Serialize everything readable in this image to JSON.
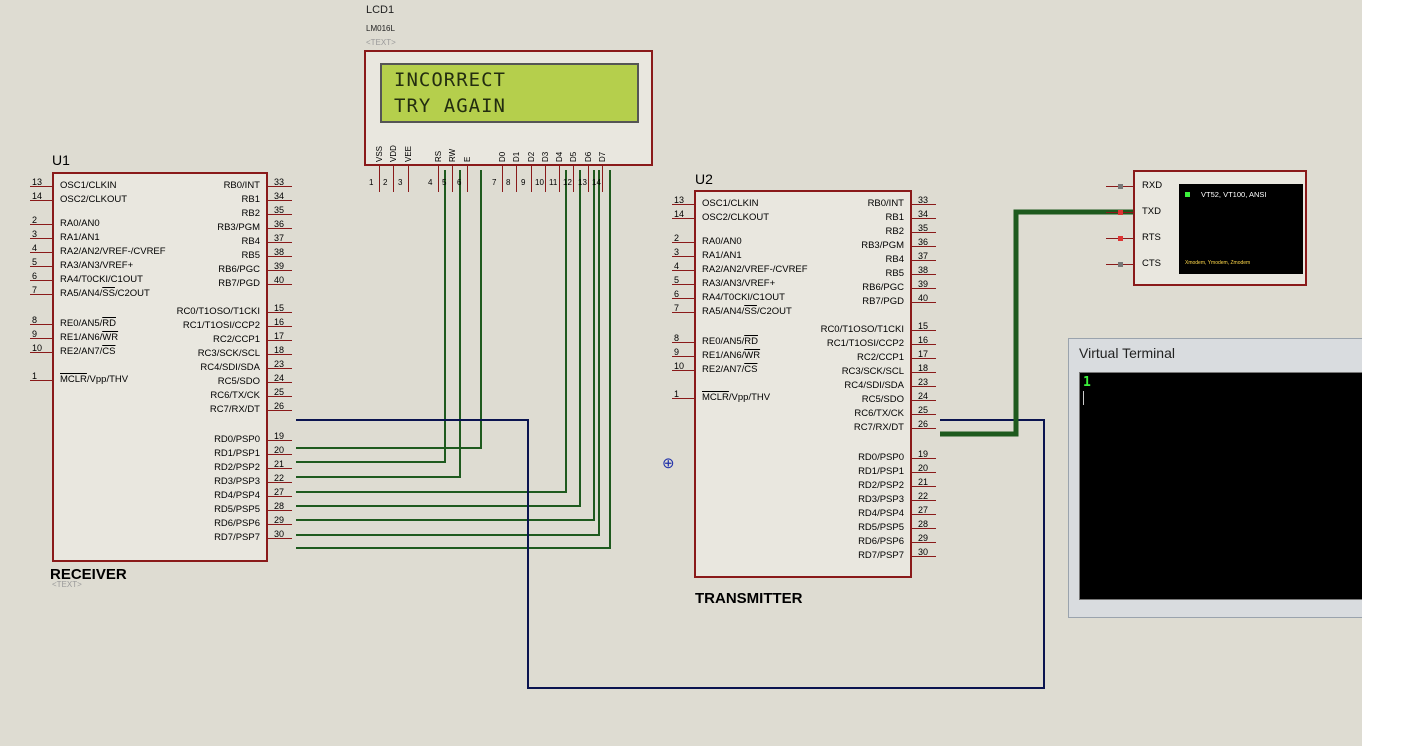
{
  "lcd": {
    "ref": "LCD1",
    "model": "LM016L",
    "text_tag": "<TEXT>",
    "line1": "INCORRECT",
    "line2": "TRY AGAIN",
    "pin_names": [
      "VSS",
      "VDD",
      "VEE",
      "RS",
      "RW",
      "E",
      "D0",
      "D1",
      "D2",
      "D3",
      "D4",
      "D5",
      "D6",
      "D7"
    ],
    "pin_numbers": [
      "1",
      "2",
      "3",
      "4",
      "5",
      "6",
      "7",
      "8",
      "9",
      "10",
      "11",
      "12",
      "13",
      "14"
    ]
  },
  "receiver": {
    "ref": "U1",
    "label": "RECEIVER",
    "text_tag": "<TEXT>",
    "left_pins": [
      {
        "num": "13",
        "name": "OSC1/CLKIN"
      },
      {
        "num": "14",
        "name": "OSC2/CLKOUT"
      },
      {
        "num": "2",
        "name": "RA0/AN0"
      },
      {
        "num": "3",
        "name": "RA1/AN1"
      },
      {
        "num": "4",
        "name": "RA2/AN2/VREF-/CVREF"
      },
      {
        "num": "5",
        "name": "RA3/AN3/VREF+"
      },
      {
        "num": "6",
        "name": "RA4/T0CKI/C1OUT"
      },
      {
        "num": "7",
        "name": "RA5/AN4/SS/C2OUT"
      },
      {
        "num": "8",
        "name": "RE0/AN5/RD"
      },
      {
        "num": "9",
        "name": "RE1/AN6/WR"
      },
      {
        "num": "10",
        "name": "RE2/AN7/CS"
      },
      {
        "num": "1",
        "name": "MCLR/Vpp/THV"
      }
    ],
    "right_pins": [
      {
        "num": "33",
        "name": "RB0/INT"
      },
      {
        "num": "34",
        "name": "RB1"
      },
      {
        "num": "35",
        "name": "RB2"
      },
      {
        "num": "36",
        "name": "RB3/PGM"
      },
      {
        "num": "37",
        "name": "RB4"
      },
      {
        "num": "38",
        "name": "RB5"
      },
      {
        "num": "39",
        "name": "RB6/PGC"
      },
      {
        "num": "40",
        "name": "RB7/PGD"
      },
      {
        "num": "15",
        "name": "RC0/T1OSO/T1CKI"
      },
      {
        "num": "16",
        "name": "RC1/T1OSI/CCP2"
      },
      {
        "num": "17",
        "name": "RC2/CCP1"
      },
      {
        "num": "18",
        "name": "RC3/SCK/SCL"
      },
      {
        "num": "23",
        "name": "RC4/SDI/SDA"
      },
      {
        "num": "24",
        "name": "RC5/SDO"
      },
      {
        "num": "25",
        "name": "RC6/TX/CK"
      },
      {
        "num": "26",
        "name": "RC7/RX/DT"
      },
      {
        "num": "19",
        "name": "RD0/PSP0"
      },
      {
        "num": "20",
        "name": "RD1/PSP1"
      },
      {
        "num": "21",
        "name": "RD2/PSP2"
      },
      {
        "num": "22",
        "name": "RD3/PSP3"
      },
      {
        "num": "27",
        "name": "RD4/PSP4"
      },
      {
        "num": "28",
        "name": "RD5/PSP5"
      },
      {
        "num": "29",
        "name": "RD6/PSP6"
      },
      {
        "num": "30",
        "name": "RD7/PSP7"
      }
    ]
  },
  "transmitter": {
    "ref": "U2",
    "label": "TRANSMITTER",
    "left_pins": [
      {
        "num": "13",
        "name": "OSC1/CLKIN"
      },
      {
        "num": "14",
        "name": "OSC2/CLKOUT"
      },
      {
        "num": "2",
        "name": "RA0/AN0"
      },
      {
        "num": "3",
        "name": "RA1/AN1"
      },
      {
        "num": "4",
        "name": "RA2/AN2/VREF-/CVREF"
      },
      {
        "num": "5",
        "name": "RA3/AN3/VREF+"
      },
      {
        "num": "6",
        "name": "RA4/T0CKI/C1OUT"
      },
      {
        "num": "7",
        "name": "RA5/AN4/SS/C2OUT"
      },
      {
        "num": "8",
        "name": "RE0/AN5/RD"
      },
      {
        "num": "9",
        "name": "RE1/AN6/WR"
      },
      {
        "num": "10",
        "name": "RE2/AN7/CS"
      },
      {
        "num": "1",
        "name": "MCLR/Vpp/THV"
      }
    ],
    "right_pins": [
      {
        "num": "33",
        "name": "RB0/INT"
      },
      {
        "num": "34",
        "name": "RB1"
      },
      {
        "num": "35",
        "name": "RB2"
      },
      {
        "num": "36",
        "name": "RB3/PGM"
      },
      {
        "num": "37",
        "name": "RB4"
      },
      {
        "num": "38",
        "name": "RB5"
      },
      {
        "num": "39",
        "name": "RB6/PGC"
      },
      {
        "num": "40",
        "name": "RB7/PGD"
      },
      {
        "num": "15",
        "name": "RC0/T1OSO/T1CKI"
      },
      {
        "num": "16",
        "name": "RC1/T1OSI/CCP2"
      },
      {
        "num": "17",
        "name": "RC2/CCP1"
      },
      {
        "num": "18",
        "name": "RC3/SCK/SCL"
      },
      {
        "num": "23",
        "name": "RC4/SDI/SDA"
      },
      {
        "num": "24",
        "name": "RC5/SDO"
      },
      {
        "num": "25",
        "name": "RC6/TX/CK"
      },
      {
        "num": "26",
        "name": "RC7/RX/DT"
      },
      {
        "num": "19",
        "name": "RD0/PSP0"
      },
      {
        "num": "20",
        "name": "RD1/PSP1"
      },
      {
        "num": "21",
        "name": "RD2/PSP2"
      },
      {
        "num": "22",
        "name": "RD3/PSP3"
      },
      {
        "num": "27",
        "name": "RD4/PSP4"
      },
      {
        "num": "28",
        "name": "RD5/PSP5"
      },
      {
        "num": "29",
        "name": "RD6/PSP6"
      },
      {
        "num": "30",
        "name": "RD7/PSP7"
      }
    ]
  },
  "vterm_device": {
    "pins": [
      "RXD",
      "TXD",
      "RTS",
      "CTS"
    ],
    "screen_top": "VT52, VT100, ANSI",
    "screen_bottom": "Xmodem, Ymodem, Zmodem"
  },
  "vterm_window": {
    "title": "Virtual Terminal",
    "content": "1"
  },
  "colors": {
    "canvas": "#dedcd2",
    "chip_border": "#8a1a1a",
    "wire_green": "#1e5a1e",
    "wire_navy": "#0a1450",
    "lcd_screen": "#b5cf4c"
  },
  "icons": [
    "crosshair-icon"
  ]
}
